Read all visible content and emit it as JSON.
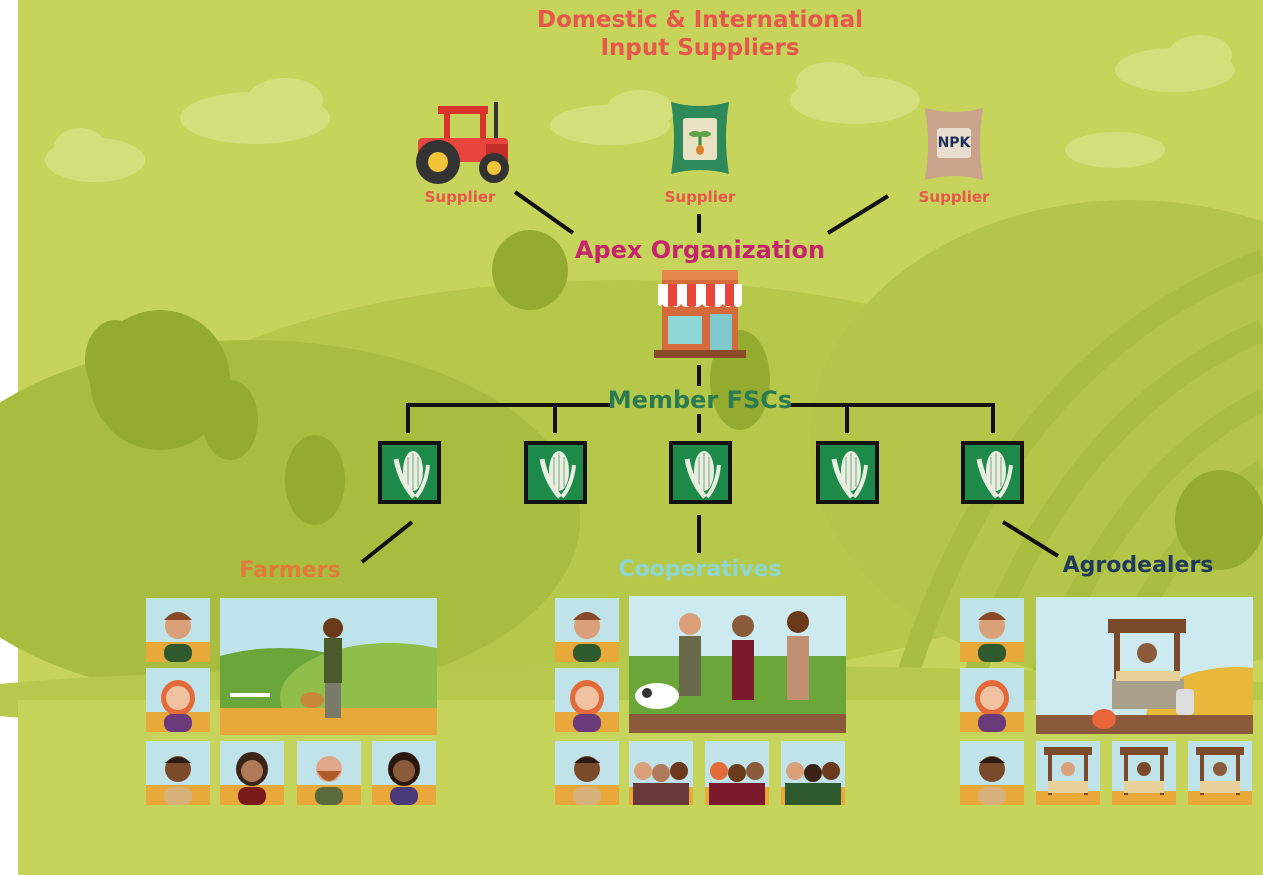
{
  "title": {
    "line1": "Domestic & International",
    "line2": "Input Suppliers"
  },
  "suppliers": [
    {
      "label": "Supplier",
      "icon": "tractor-icon"
    },
    {
      "label": "Supplier",
      "icon": "seed-bag-icon"
    },
    {
      "label": "Supplier",
      "icon": "fertilizer-bag-icon",
      "bag_text": "NPK"
    }
  ],
  "apex": {
    "label": "Apex Organization",
    "icon": "storefront-icon"
  },
  "member_fscs": {
    "label": "Member FSCs",
    "count": 5,
    "icon": "corn-icon"
  },
  "groups": [
    {
      "label": "Farmers",
      "color": "#e27a3a"
    },
    {
      "label": "Cooperatives",
      "color": "#8fd6cf"
    },
    {
      "label": "Agrodealers",
      "color": "#1f3a5a"
    }
  ],
  "colors": {
    "background": "#c6d45c",
    "title": "#e8564c",
    "apex": "#c7246e",
    "fsc": "#2a7a52",
    "connector": "#111111"
  }
}
